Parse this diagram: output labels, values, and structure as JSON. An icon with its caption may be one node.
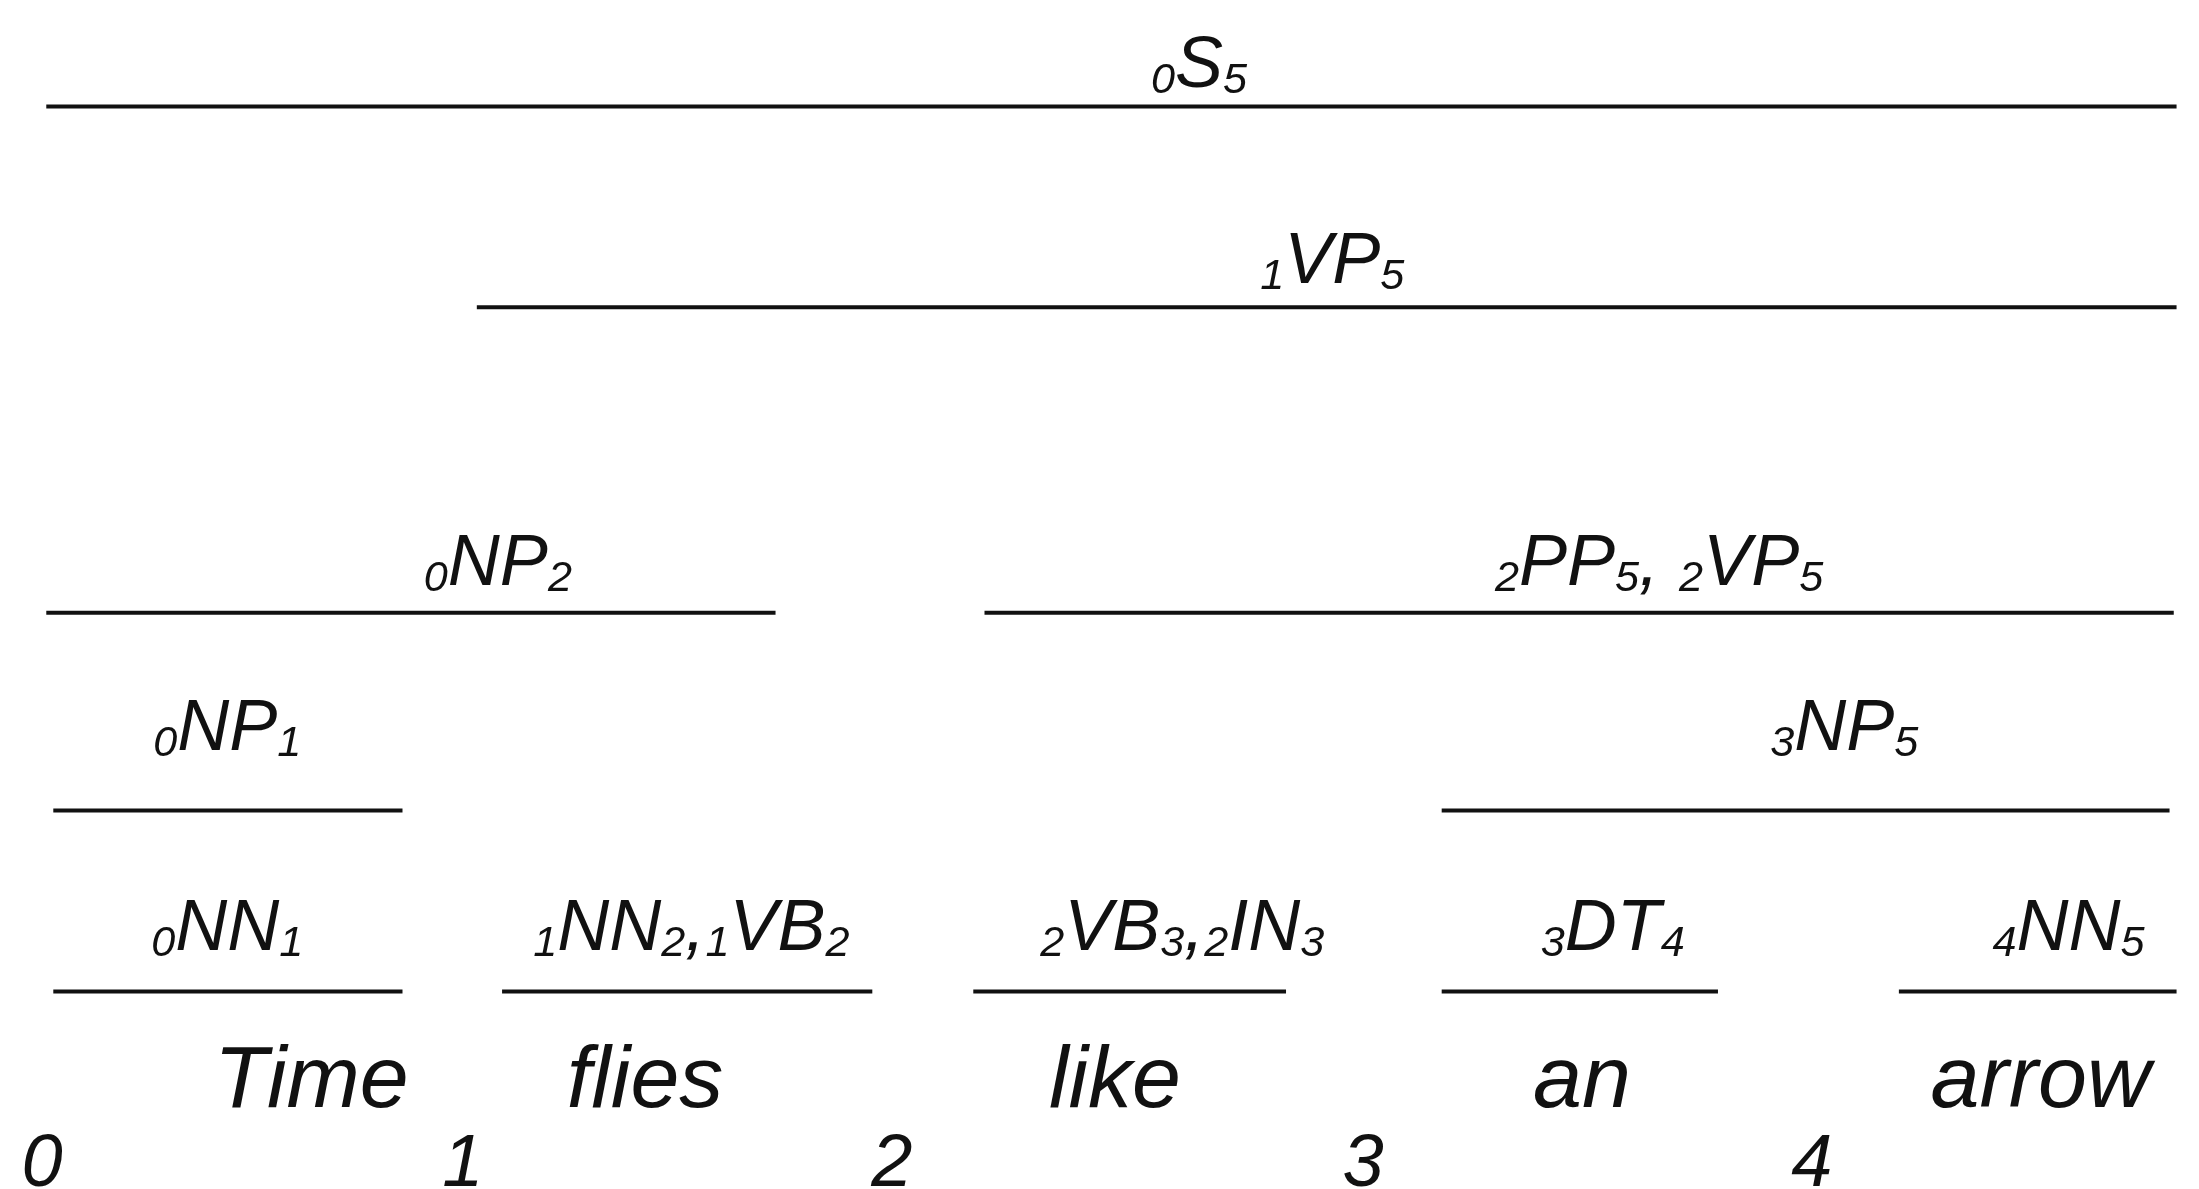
{
  "diagram": {
    "labels": [
      "$_{0}$S$_{5}$",
      "$_{1}$VP$_{5}$",
      "$_{0}$NP$_{2}$",
      "$_{2}$PP$_{5}$, $_{2}$VP$_{5}$",
      "$_{0}$NP$_{1}$",
      "$_{3}$NP$_{5}$",
      "$_{0}$NN$_{1}$",
      "$_{1}$NN$_{2}$,$_{1}$VB$_{2}$",
      "$_{2}$VB$_{3}$,$_{2}$IN$_{3}$",
      "$_{3}$DT$_{4}$",
      "$_{4}$NN$_{5}$",
      "Time",
      "flies",
      "like",
      "an",
      "arrow",
      "0",
      "1",
      "2",
      "3",
      "4"
    ]
  }
}
